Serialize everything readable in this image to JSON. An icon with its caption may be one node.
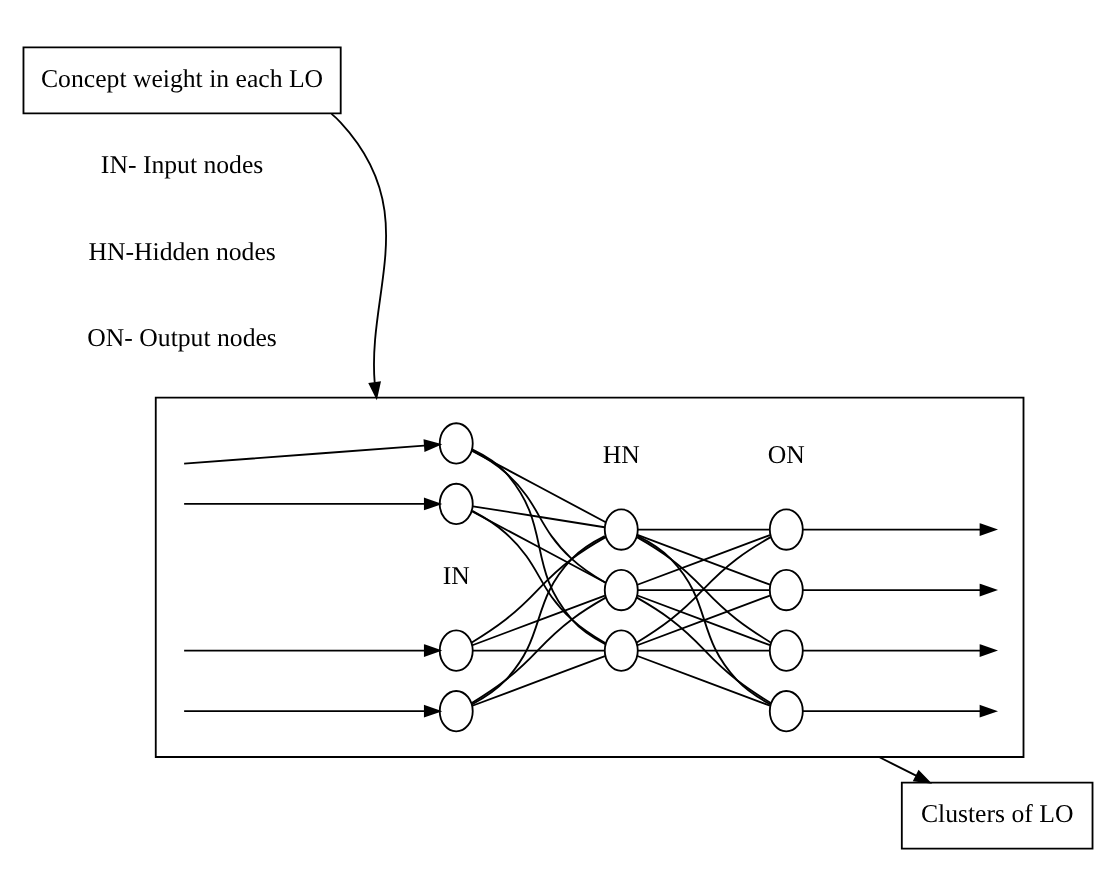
{
  "diagram": {
    "nodes": [
      {
        "text": [
          "Concept weight in each LO"
        ]
      },
      {
        "text": [],
        "shape": "box"
      },
      {
        "text": [],
        "shape": "circle",
        "in": 1
      },
      {
        "text": [],
        "shape": "circle",
        "in": 1
      },
      {
        "text": [],
        "shape": "circle",
        "in": 1
      },
      {
        "text": [],
        "shape": "circle",
        "in": 1
      },
      {
        "text": [],
        "shape": "circle",
        "in": 1
      },
      {
        "text": [],
        "shape": "circle",
        "in": 1
      },
      {
        "text": [],
        "shape": "circle",
        "in": 1
      },
      {
        "text": [],
        "shape": "circle",
        "in": 1
      },
      {
        "text": [],
        "shape": "circle",
        "in": 1
      },
      {
        "text": [],
        "shape": "circle",
        "in": 1
      },
      {
        "text": [],
        "shape": "circle",
        "in": 1
      },
      {
        "text": [
          "Clusters of LO"
        ]
      }
    ],
    "edges": [
      {
        "from": 0,
        "to": 1,
        "arrow": "to"
      },
      {
        "from": 1,
        "to": 13,
        "arrow": "to"
      },
      {
        "from": null,
        "to": 2,
        "arrow": "to"
      },
      {
        "from": null,
        "to": 3,
        "arrow": "to"
      },
      {
        "from": null,
        "to": 4,
        "arrow": "to"
      },
      {
        "from": null,
        "to": 5,
        "arrow": "to"
      },
      {
        "from": 2,
        "to": 6,
        "arrow": "none"
      },
      {
        "from": 2,
        "to": 7,
        "arrow": "none"
      },
      {
        "from": 2,
        "to": 8,
        "arrow": "none"
      },
      {
        "from": 3,
        "to": 6,
        "arrow": "none"
      },
      {
        "from": 3,
        "to": 7,
        "arrow": "none"
      },
      {
        "from": 3,
        "to": 8,
        "arrow": "none"
      },
      {
        "from": 4,
        "to": 6,
        "arrow": "none"
      },
      {
        "from": 4,
        "to": 7,
        "arrow": "none"
      },
      {
        "from": 4,
        "to": 8,
        "arrow": "none"
      },
      {
        "from": 5,
        "to": 6,
        "arrow": "none"
      },
      {
        "from": 5,
        "to": 7,
        "arrow": "none"
      },
      {
        "from": 5,
        "to": 8,
        "arrow": "none"
      },
      {
        "from": 6,
        "to": 9,
        "arrow": "none"
      },
      {
        "from": 6,
        "to": 10,
        "arrow": "none"
      },
      {
        "from": 6,
        "to": 11,
        "arrow": "none"
      },
      {
        "from": 6,
        "to": 12,
        "arrow": "none"
      },
      {
        "from": 7,
        "to": 9,
        "arrow": "none"
      },
      {
        "from": 7,
        "to": 10,
        "arrow": "none"
      },
      {
        "from": 7,
        "to": 11,
        "arrow": "none"
      },
      {
        "from": 7,
        "to": 12,
        "arrow": "none"
      },
      {
        "from": 8,
        "to": 9,
        "arrow": "none"
      },
      {
        "from": 8,
        "to": 10,
        "arrow": "none"
      },
      {
        "from": 8,
        "to": 11,
        "arrow": "none"
      },
      {
        "from": 8,
        "to": 12,
        "arrow": "none"
      },
      {
        "from": 9,
        "to": null,
        "arrow": "to"
      },
      {
        "from": 10,
        "to": null,
        "arrow": "to"
      },
      {
        "from": 11,
        "to": null,
        "arrow": "to"
      },
      {
        "from": 12,
        "to": null,
        "arrow": "to"
      }
    ],
    "labels": [
      "IN",
      "HN",
      "ON",
      "IN- Input nodes",
      "HN-Hidden nodes",
      "ON- Output nodes"
    ]
  }
}
